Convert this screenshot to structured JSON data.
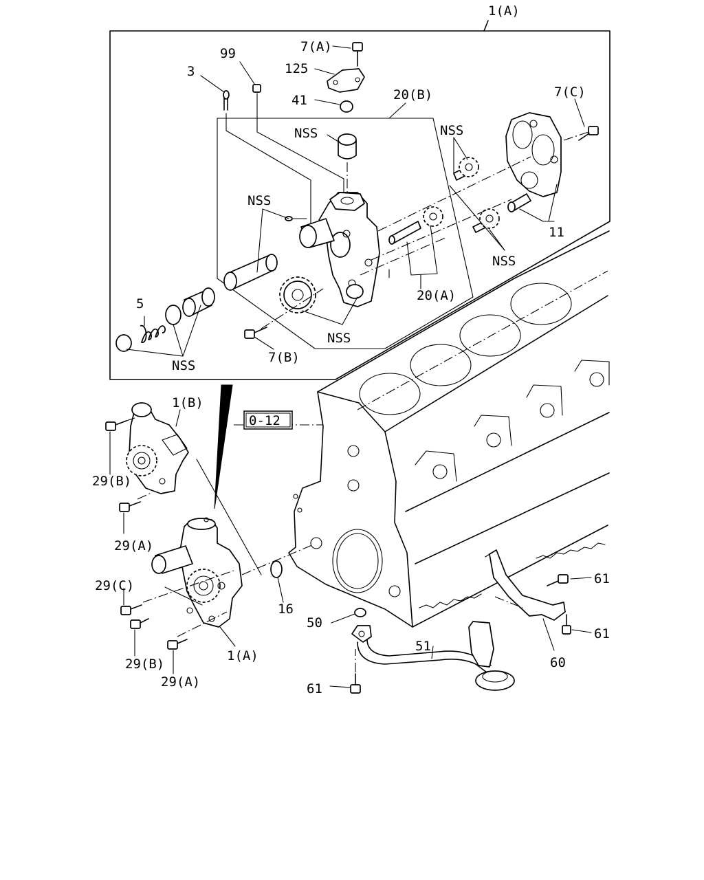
{
  "labels": {
    "l_1a_top": "1(A)",
    "l_7a": "7(A)",
    "l_99": "99",
    "l_3": "3",
    "l_125": "125",
    "l_41": "41",
    "l_20b": "20(B)",
    "l_7c": "7(C)",
    "l_nss_cap": "NSS",
    "l_nss_gear_top": "NSS",
    "l_nss_pin": "NSS",
    "l_nss_gears_right": "NSS",
    "l_11": "11",
    "l_20a": "20(A)",
    "l_5": "5",
    "l_nss_gear_bottom": "NSS",
    "l_7b": "7(B)",
    "l_nss_valve": "NSS",
    "l_ref": "0-12",
    "l_1b": "1(B)",
    "l_29b_top": "29(B)",
    "l_29a_top": "29(A)",
    "l_29c": "29(C)",
    "l_29b_bottom": "29(B)",
    "l_29a_bottom": "29(A)",
    "l_1a_bottom": "1(A)",
    "l_16": "16",
    "l_50": "50",
    "l_51": "51",
    "l_61_top": "61",
    "l_61_mid": "61",
    "l_61_bottom": "61",
    "l_60": "60"
  }
}
